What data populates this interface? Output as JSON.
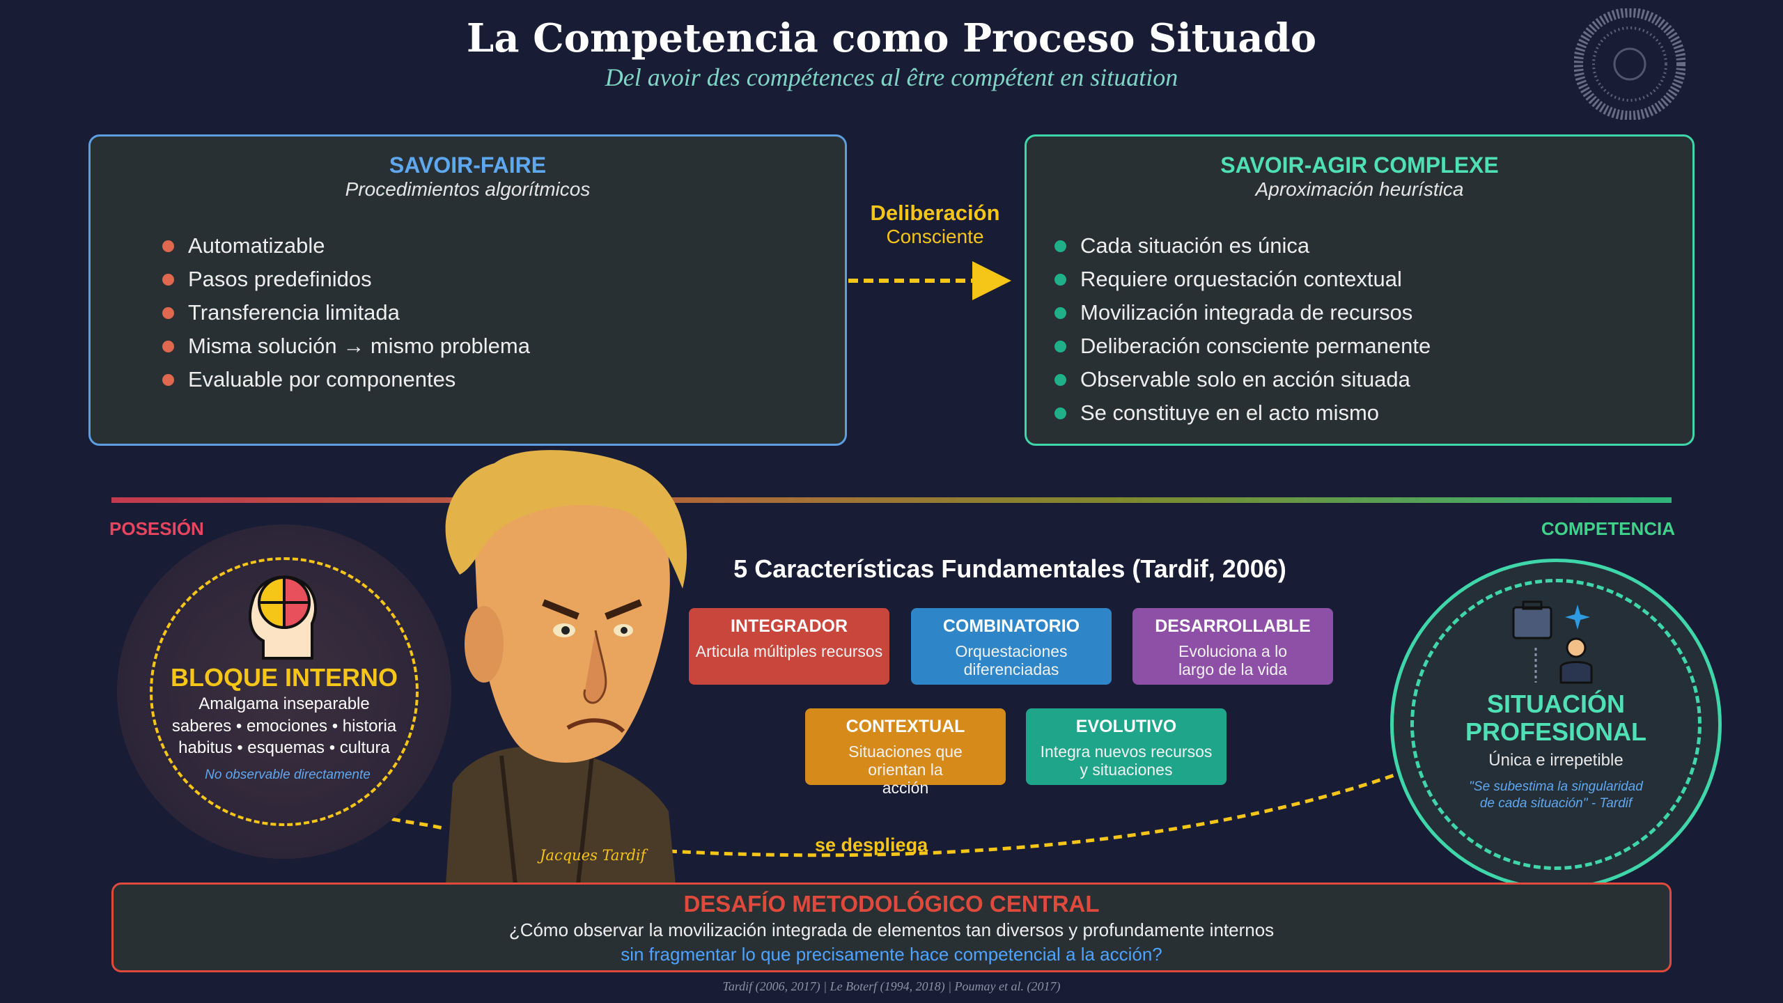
{
  "header": {
    "title": "La Competencia como Proceso Situado",
    "subtitle": "Del avoir des compétences al être compétent en situation"
  },
  "savoir_faire": {
    "title": "SAVOIR-FAIRE",
    "subtitle": "Procedimientos algorítmicos",
    "items": [
      "Automatizable",
      "Pasos predefinidos",
      "Transferencia limitada",
      "Misma solución → mismo problema",
      "Evaluable por componentes"
    ],
    "color": "#5c9ee0",
    "bullet_color": "#e0684e"
  },
  "savoir_agir": {
    "title": "SAVOIR-AGIR COMPLEXE",
    "subtitle": "Aproximación heurística",
    "items": [
      "Cada situación es única",
      "Requiere orquestación contextual",
      "Movilización integrada de recursos",
      "Deliberación consciente permanente",
      "Observable solo en acción situada",
      "Se constituye en el acto mismo"
    ],
    "color": "#3fd6aa",
    "bullet_color": "#1fb08a"
  },
  "transition": {
    "label": "Deliberación",
    "sublabel": "Consciente"
  },
  "axis": {
    "left_label": "POSESIÓN",
    "right_label": "COMPETENCIA"
  },
  "internal_block": {
    "title": "BLOQUE INTERNO",
    "line1": "Amalgama inseparable",
    "line2": "saberes • emociones • historia",
    "line3": "habitus • esquemas • cultura",
    "note": "No observable directamente"
  },
  "characteristics": {
    "title": "5 Características Fundamentales (Tardif, 2006)",
    "cards": [
      {
        "title": "INTEGRADOR",
        "desc": "Articula múltiples recursos",
        "color": "#c9463d"
      },
      {
        "title": "COMBINATORIO",
        "desc": "Orquestaciones diferenciadas",
        "color": "#2e86c8"
      },
      {
        "title": "DESARROLLABLE",
        "desc": "Evoluciona a lo largo de la vida",
        "color": "#8e4fa6"
      },
      {
        "title": "CONTEXTUAL",
        "desc": "Situaciones que orientan la acción",
        "color": "#d68a1a"
      },
      {
        "title": "EVOLUTIVO",
        "desc": "Integra nuevos recursos y situaciones",
        "color": "#1fa58a"
      }
    ]
  },
  "portrait": {
    "signature": "Jacques Tardif"
  },
  "connector": {
    "label": "se despliega"
  },
  "situation": {
    "title_line1": "SITUACIÓN",
    "title_line2": "PROFESIONAL",
    "subtitle": "Única e irrepetible",
    "quote_line1": "\"Se subestima la singularidad",
    "quote_line2": "de cada situación\" - Tardif"
  },
  "challenge": {
    "title": "DESAFÍO METODOLÓGICO CENTRAL",
    "line1": "¿Cómo observar la movilización integrada de elementos tan diversos y profundamente internos",
    "line2": "sin fragmentar lo que precisamente hace competencial a la acción?"
  },
  "footer": {
    "references": "Tardif (2006, 2017) | Le Boterf (1994, 2018) | Poumay et al. (2017)"
  }
}
